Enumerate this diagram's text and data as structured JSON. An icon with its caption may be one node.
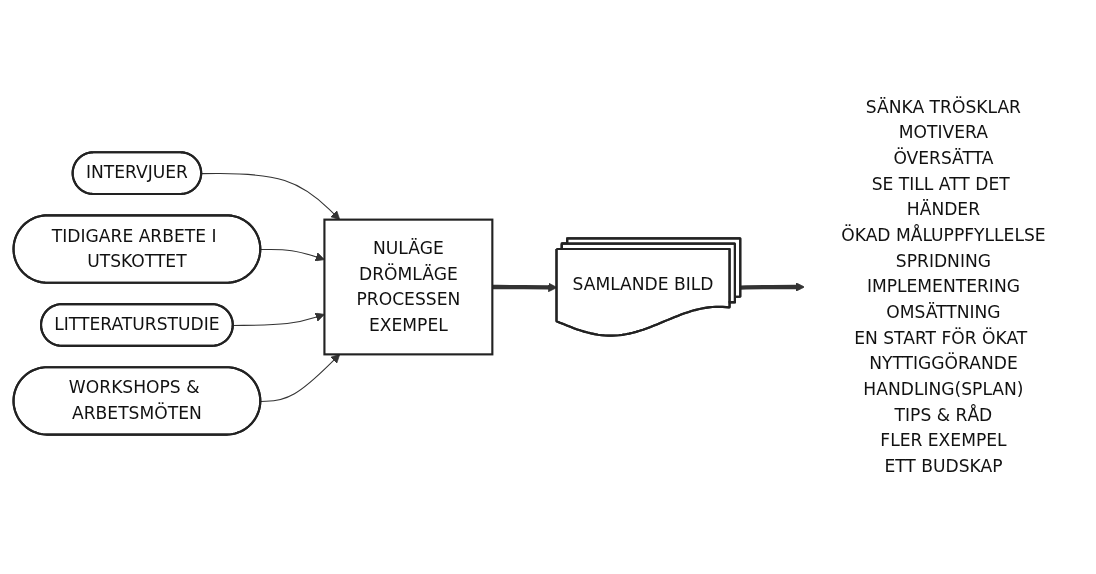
{
  "diagram": {
    "nodes": [
      {
        "text": [
          "INTERVJUER"
        ]
      },
      {
        "text": [
          "TIDIGARE ARBETE I UTSKOTTET"
        ]
      },
      {
        "text": [
          "LITTERATURSTUDIE"
        ]
      },
      {
        "text": [
          "WORKSHOPS & ARBETSMÖTEN"
        ]
      },
      {
        "text": [
          "NULÄGE",
          "DRÖMLÄGE",
          "PROCESSEN",
          "EXEMPEL"
        ]
      },
      {
        "text": [
          "SAMLANDE BILD"
        ]
      },
      {
        "text": [
          "SÄNKA TRÖSKLAR",
          "MOTIVERA",
          "ÖVERSÄTTA",
          "SE TILL ATT DET HÄNDER",
          "ÖKAD MÅLUPPFYLLELSE",
          "SPRIDNING",
          "IMPLEMENTERING",
          "OMSÄTTNING",
          "EN START FÖR ÖKAT NYTTIGGÖRANDE",
          "HANDLING(SPLAN)",
          "TIPS & RÅD",
          "FLER EXEMPEL",
          "ETT BUDSKAP"
        ]
      }
    ],
    "edges": [
      {
        "from": 0,
        "to": 4,
        "arrow": "to"
      },
      {
        "from": 1,
        "to": 4,
        "arrow": "to"
      },
      {
        "from": 2,
        "to": 4,
        "arrow": "to"
      },
      {
        "from": 3,
        "to": 4,
        "arrow": "to"
      },
      {
        "from": 4,
        "to": 5,
        "arrow": "to",
        "style": "thick"
      },
      {
        "from": 5,
        "to": 6,
        "arrow": "to",
        "style": "thick"
      }
    ]
  }
}
